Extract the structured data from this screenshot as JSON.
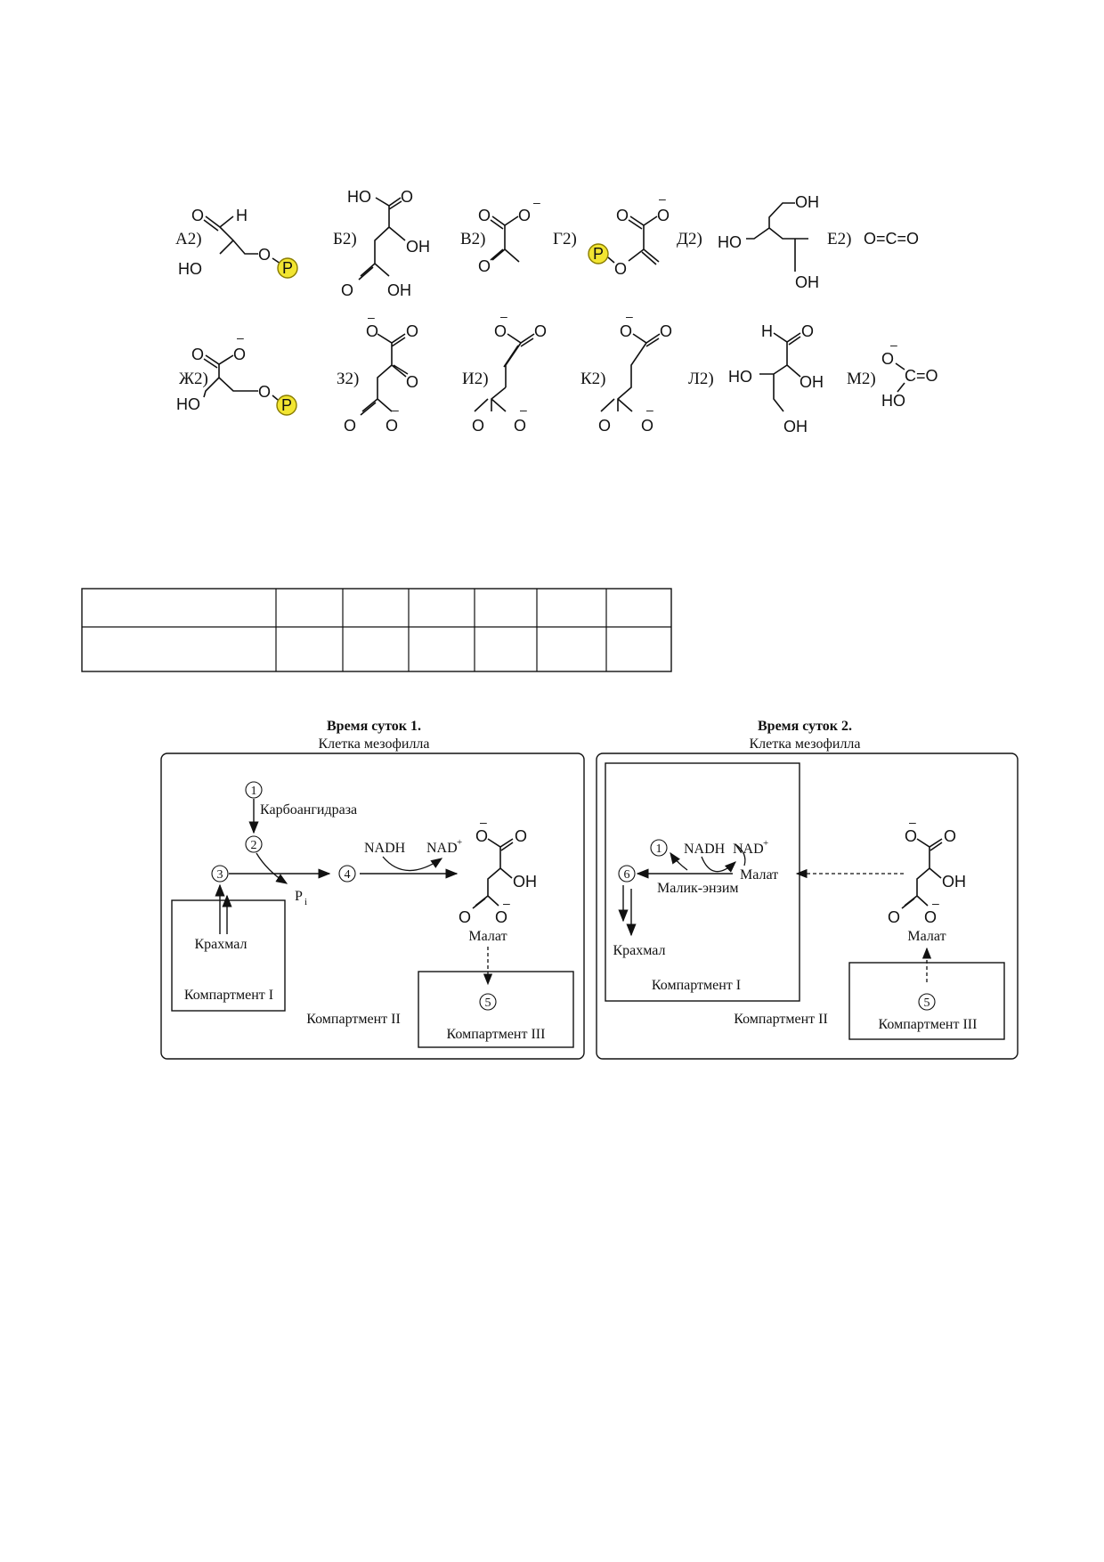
{
  "structures": {
    "row1": [
      {
        "label": "А2)",
        "atoms": {
          "o": "O",
          "h": "H",
          "ho": "HO",
          "o2": "O",
          "p": "P"
        }
      },
      {
        "label": "Б2)",
        "atoms": {
          "ho": "HO",
          "o1": "O",
          "oh": "OH",
          "o2": "O",
          "oh2": "OH"
        }
      },
      {
        "label": "В2)",
        "atoms": {
          "o1": "O",
          "o2": "O",
          "o3": "O",
          "minus": "–"
        }
      },
      {
        "label": "Г2)",
        "atoms": {
          "o1": "O",
          "o2": "O",
          "o3": "O",
          "p": "P",
          "minus": "–"
        }
      },
      {
        "label": "Д2)",
        "atoms": {
          "oh1": "OH",
          "ho": "HO",
          "oh2": "OH"
        }
      },
      {
        "label": "Е2)",
        "atoms": {
          "co2": "O=C=O"
        }
      }
    ],
    "row2": [
      {
        "label": "Ж2)",
        "atoms": {
          "o1": "O",
          "o2": "O",
          "ho": "HO",
          "o3": "O",
          "p": "P",
          "minus": "–"
        }
      },
      {
        "label": "З2)",
        "atoms": {
          "o1": "O",
          "o2": "O",
          "o3": "O",
          "o4": "O",
          "o5": "O",
          "minus1": "–",
          "minus2": "–"
        }
      },
      {
        "label": "И2)",
        "atoms": {
          "o1": "O",
          "o2": "O",
          "o3": "O",
          "o4": "O",
          "minus1": "–",
          "minus2": "–"
        }
      },
      {
        "label": "К2)",
        "atoms": {
          "o1": "O",
          "o2": "O",
          "o3": "O",
          "o4": "O",
          "minus1": "–",
          "minus2": "–"
        }
      },
      {
        "label": "Л2)",
        "atoms": {
          "h": "H",
          "o": "O",
          "ho": "HO",
          "oh1": "OH",
          "oh2": "OH"
        }
      },
      {
        "label": "М2)",
        "atoms": {
          "o1": "O",
          "c": "C",
          "o2": "=O",
          "ho": "HO",
          "minus": "–"
        }
      }
    ]
  },
  "answer_table": {
    "rows": [
      [
        "",
        "",
        "",
        "",
        "",
        "",
        ""
      ],
      [
        "",
        "",
        "",
        "",
        "",
        "",
        ""
      ]
    ]
  },
  "panel1": {
    "title": "Время суток 1.",
    "subtitle": "Клетка мезофилла",
    "enzyme": "Карбоангидраза",
    "nadh": "NADH",
    "nad": "NAD",
    "nad_sup": "+",
    "pi": "P",
    "pi_sub": "i",
    "starch": "Крахмал",
    "malate": "Малат",
    "comp1": "Компартмент I",
    "comp2": "Компартмент II",
    "comp3": "Компартмент III",
    "n1": "1",
    "n2": "2",
    "n3": "3",
    "n4": "4",
    "n5": "5",
    "malate_atoms": {
      "o1": "O",
      "o2": "O",
      "oh": "OH",
      "o3": "O",
      "o4": "O",
      "minus1": "–",
      "minus2": "–"
    }
  },
  "panel2": {
    "title": "Время суток 2.",
    "subtitle": "Клетка мезофилла",
    "enzyme": "Малик-энзим",
    "nadh": "NADH",
    "nad": "NAD",
    "nad_sup": "+",
    "starch": "Крахмал",
    "malate_inner": "Малат",
    "malate": "Малат",
    "comp1": "Компартмент I",
    "comp2": "Компартмент II",
    "comp3": "Компартмент III",
    "n1": "1",
    "n5": "5",
    "n6": "6",
    "malate_atoms": {
      "o1": "O",
      "o2": "O",
      "oh": "OH",
      "o3": "O",
      "o4": "O",
      "minus1": "–",
      "minus2": "–"
    }
  },
  "colors": {
    "phosphate": "#f2e531",
    "ink": "#111111"
  }
}
